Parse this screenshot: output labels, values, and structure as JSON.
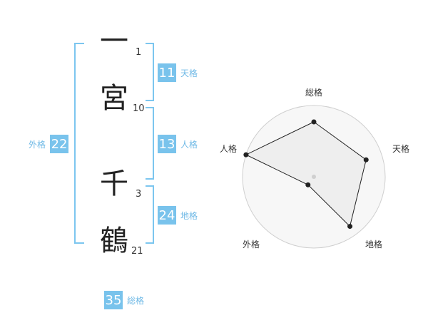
{
  "name_chars": [
    {
      "char": "一",
      "strokes": "1"
    },
    {
      "char": "宮",
      "strokes": "10"
    },
    {
      "char": "千",
      "strokes": "3"
    },
    {
      "char": "鶴",
      "strokes": "21"
    }
  ],
  "fortunes": {
    "tenkaku": {
      "value": "11",
      "label": "天格"
    },
    "jinkaku": {
      "value": "13",
      "label": "人格"
    },
    "chikaku": {
      "value": "24",
      "label": "地格"
    },
    "gaikaku": {
      "value": "22",
      "label": "外格"
    },
    "soukaku": {
      "value": "35",
      "label": "総格"
    }
  },
  "radar": {
    "axes": [
      "総格",
      "天格",
      "地格",
      "外格",
      "人格"
    ],
    "values": [
      0.77,
      0.77,
      0.86,
      0.14,
      1.0
    ],
    "max": 1.0,
    "rings": 4,
    "line_color": "#222222",
    "fill_color": "#ececec",
    "ring_color": "#cfcfcf"
  },
  "colors": {
    "accent": "#79c3ec",
    "label": "#6fb9e6"
  }
}
